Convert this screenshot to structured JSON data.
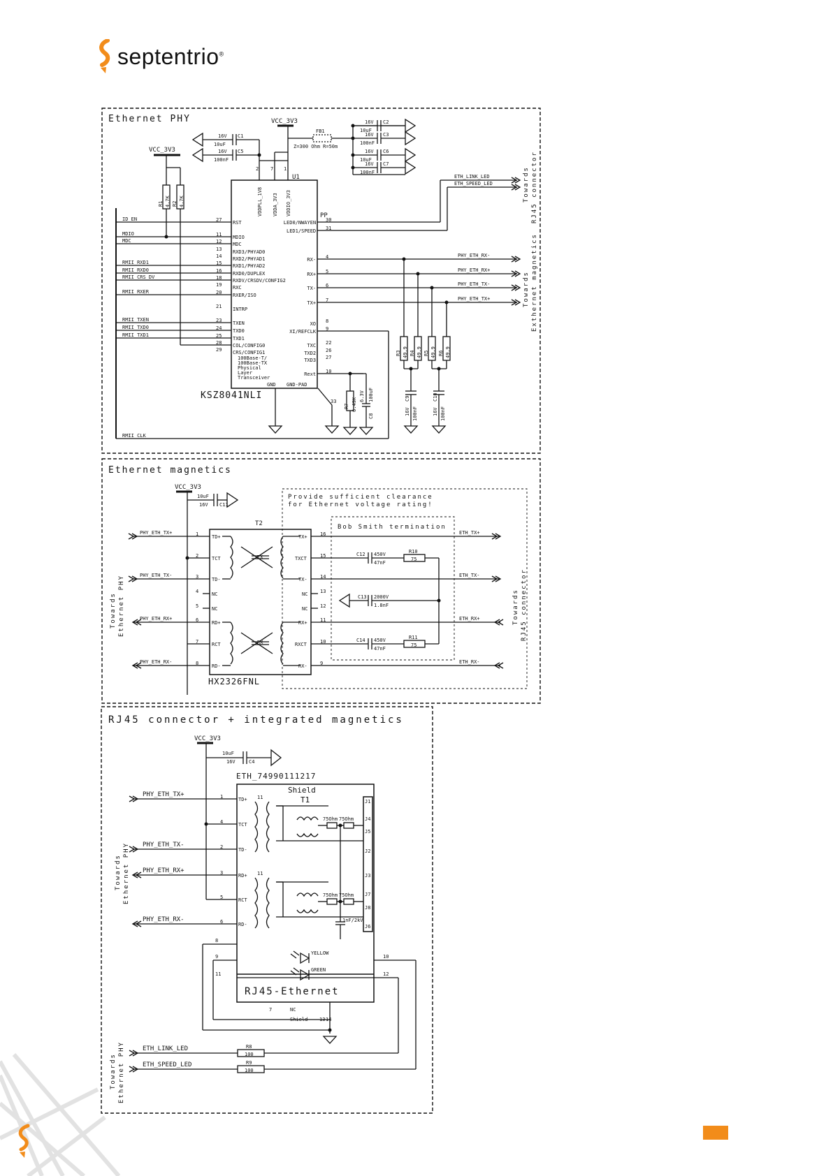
{
  "brand": {
    "name": "septentrio",
    "reg": "®",
    "accent": "#f28c1a"
  },
  "section1": {
    "title": "Ethernet PHY",
    "chip_ref": "U1",
    "chip_part": "KSZ8041NLI",
    "chip_desc": [
      "100Base-T/",
      "100Base-TX",
      "Physical",
      "Layer",
      "Transceiver"
    ],
    "vcc": "VCC_3V3",
    "pin_top": [
      "VDDPLL_1V8",
      "VDDA_3V3",
      "VDDIO_3V3"
    ],
    "pins_left": [
      {
        "num": "27",
        "name": "RST"
      },
      {
        "num": "11",
        "name": "MDIO"
      },
      {
        "num": "12",
        "name": "MDC"
      },
      {
        "num": "13",
        "name": "RXD3/PHYAD0"
      },
      {
        "num": "14",
        "name": "RXD2/PHYAD1"
      },
      {
        "num": "15",
        "name": "RXD1/PHYAD2"
      },
      {
        "num": "16",
        "name": "RXD0/DUPLEX"
      },
      {
        "num": "18",
        "name": "RXDV/CRSDV/CONFIG2"
      },
      {
        "num": "19",
        "name": "RXC"
      },
      {
        "num": "20",
        "name": "RXER/ISO"
      },
      {
        "num": "21",
        "name": "INTRP"
      },
      {
        "num": "23",
        "name": "TXEN"
      },
      {
        "num": "24",
        "name": "TXD0"
      },
      {
        "num": "25",
        "name": "TXD1"
      },
      {
        "num": "28",
        "name": "COL/CONFIG0"
      },
      {
        "num": "29",
        "name": "CRS/CONFIG1"
      }
    ],
    "pins_right": [
      {
        "num": "30",
        "name": "LED0/NWAYEN"
      },
      {
        "num": "31",
        "name": "LED1/SPEED"
      },
      {
        "num": "4",
        "name": "RX-"
      },
      {
        "num": "5",
        "name": "RX+"
      },
      {
        "num": "6",
        "name": "TX-"
      },
      {
        "num": "7",
        "name": "TX+"
      },
      {
        "num": "8",
        "name": "XO"
      },
      {
        "num": "9",
        "name": "XI/REFCLK"
      },
      {
        "num": "22",
        "name": "TXC"
      },
      {
        "num": "26",
        "name": "TXD2"
      },
      {
        "num": "27",
        "name": "TXD3"
      },
      {
        "num": "10",
        "name": "Rext"
      }
    ],
    "pins_bottom": [
      "GND",
      "GND-PAD"
    ],
    "pp": "PP",
    "bus_signals": [
      "ID_EN",
      "MDIO",
      "MDC",
      "RMII_RXD1",
      "RMII_RXD0",
      "RMII_CRS_DV",
      "RMII_RXER",
      "RMII_TXEN",
      "RMII_TXD0",
      "RMII_TXD1",
      "RMII_CLK"
    ],
    "out_signals": [
      "ETH_LINK_LED",
      "ETH_SPEED_LED",
      "PHY_ETH_RX-",
      "PHY_ETH_RX+",
      "PHY_ETH_TX-",
      "PHY_ETH_TX+"
    ],
    "towards_top": [
      "Towards",
      "RJ45 connector"
    ],
    "towards_bottom": [
      "Towards",
      "Exthernet magnetics"
    ],
    "ferrite": {
      "ref": "FB1",
      "value": "Z=300 Ohm R=50m"
    },
    "caps_top": [
      {
        "ref": "C2",
        "v": "16V",
        "val": "10uF"
      },
      {
        "ref": "C3",
        "v": "16V",
        "val": "100nF"
      },
      {
        "ref": "C6",
        "v": "16V",
        "val": "10uF"
      },
      {
        "ref": "C7",
        "v": "16V",
        "val": "100nF"
      }
    ],
    "caps_left": [
      {
        "ref": "C1",
        "v": "16V",
        "val": "10uF"
      },
      {
        "ref": "C5",
        "v": "16V",
        "val": "100nF"
      }
    ],
    "pullups": [
      {
        "ref": "R1",
        "val": "4.7K"
      },
      {
        "ref": "R2",
        "val": "4.7K"
      }
    ],
    "terms": [
      {
        "ref": "R3",
        "val": "49.9"
      },
      {
        "ref": "R4",
        "val": "49.9"
      },
      {
        "ref": "R5",
        "val": "49.9"
      },
      {
        "ref": "R6",
        "val": "49.9"
      }
    ],
    "caps_term": [
      {
        "ref": "C9",
        "v": "16V",
        "val": "100nF"
      },
      {
        "ref": "C10",
        "v": "16V",
        "val": "100nF"
      }
    ],
    "rext": {
      "ref": "R7",
      "val": "6.49K"
    },
    "c8": {
      "ref": "C8",
      "v": "6.3V",
      "val": "100uF"
    },
    "pin_nums_top": [
      "2",
      "7",
      "1"
    ],
    "gnd_pin": "33"
  },
  "section2": {
    "title": "Ethernet magnetics",
    "vcc": "VCC_3V3",
    "cap": {
      "ref": "C11",
      "v": "16V",
      "val": "10uF"
    },
    "xfmr_ref": "T2",
    "xfmr_part": "HX2326FNL",
    "note": [
      "Provide sufficient clearance",
      "for Ethernet voltage rating!"
    ],
    "bob_smith": "Bob Smith termination",
    "left_pins": [
      {
        "num": "1",
        "name": "TD+"
      },
      {
        "num": "2",
        "name": "TCT"
      },
      {
        "num": "3",
        "name": "TD-"
      },
      {
        "num": "4",
        "name": "NC"
      },
      {
        "num": "5",
        "name": "NC"
      },
      {
        "num": "6",
        "name": "RD+"
      },
      {
        "num": "7",
        "name": "RCT"
      },
      {
        "num": "8",
        "name": "RD-"
      }
    ],
    "right_pins": [
      {
        "num": "16",
        "name": "TX+"
      },
      {
        "num": "15",
        "name": "TXCT"
      },
      {
        "num": "14",
        "name": "TX-"
      },
      {
        "num": "13",
        "name": "NC"
      },
      {
        "num": "12",
        "name": "NC"
      },
      {
        "num": "11",
        "name": "RX+"
      },
      {
        "num": "10",
        "name": "RXCT"
      },
      {
        "num": "9",
        "name": "RX-"
      }
    ],
    "tx_label": "TX",
    "rx_label": "RX",
    "in_signals": [
      "PHY_ETH_TX+",
      "PHY_ETH_TX-",
      "PHY_ETH_RX+",
      "PHY_ETH_RX-"
    ],
    "out_signals": [
      "ETH_TX+",
      "ETH_TX-",
      "ETH_RX+",
      "ETH_RX-"
    ],
    "towards_left": [
      "Towards",
      "Ethernet PHY"
    ],
    "towards_right": [
      "Towards",
      "RJ45 connector"
    ],
    "bob_caps": [
      {
        "ref": "C12",
        "v": "450V",
        "val": "47nF"
      },
      {
        "ref": "C13",
        "v": "2000V",
        "val": "1.8nF"
      },
      {
        "ref": "C14",
        "v": "450V",
        "val": "47nF"
      }
    ],
    "bob_res": [
      {
        "ref": "R10",
        "val": "75"
      },
      {
        "ref": "R11",
        "val": "75"
      }
    ]
  },
  "section3": {
    "title": "RJ45 connector + integrated magnetics",
    "vcc": "VCC_3V3",
    "cap": {
      "ref": "C4",
      "v": "16V",
      "val": "10uF"
    },
    "part": "ETH_74990111217",
    "shield": "Shield",
    "xfmr_ref": "T1",
    "left_pins": [
      {
        "num": "1",
        "name": "TD+"
      },
      {
        "num": "4",
        "name": "TCT"
      },
      {
        "num": "2",
        "name": "TD-"
      },
      {
        "num": "3",
        "name": "RD+"
      },
      {
        "num": "5",
        "name": "RCT"
      },
      {
        "num": "6",
        "name": "RD-"
      }
    ],
    "right_pins": [
      "J1",
      "J4",
      "J5",
      "J2",
      "J3",
      "J7",
      "J8",
      "J6"
    ],
    "res_labels": [
      "75Ohm",
      "75Ohm",
      "75Ohm",
      "75Ohm"
    ],
    "cap_label": "1nF/2kV",
    "extra_pins": [
      "8",
      "9",
      "11",
      "10",
      "12",
      "7",
      "13",
      "14"
    ],
    "leds": [
      "YELLOW",
      "GREEN"
    ],
    "connector_name": "RJ45-Ethernet",
    "nc": "NC",
    "shield_bottom": "Shield",
    "coil_num": "11",
    "in_signals": [
      "PHY_ETH_TX+",
      "PHY_ETH_TX-",
      "PHY_ETH_RX+",
      "PHY_ETH_RX-"
    ],
    "towards_left": [
      "Towards",
      "Ethernet PHY"
    ],
    "towards_bottom": [
      "Towards",
      "Ethernet PHY"
    ],
    "led_signals": [
      "ETH_LINK_LED",
      "ETH_SPEED_LED"
    ],
    "led_res": [
      {
        "ref": "R8",
        "val": "100"
      },
      {
        "ref": "R9",
        "val": "100"
      }
    ]
  }
}
